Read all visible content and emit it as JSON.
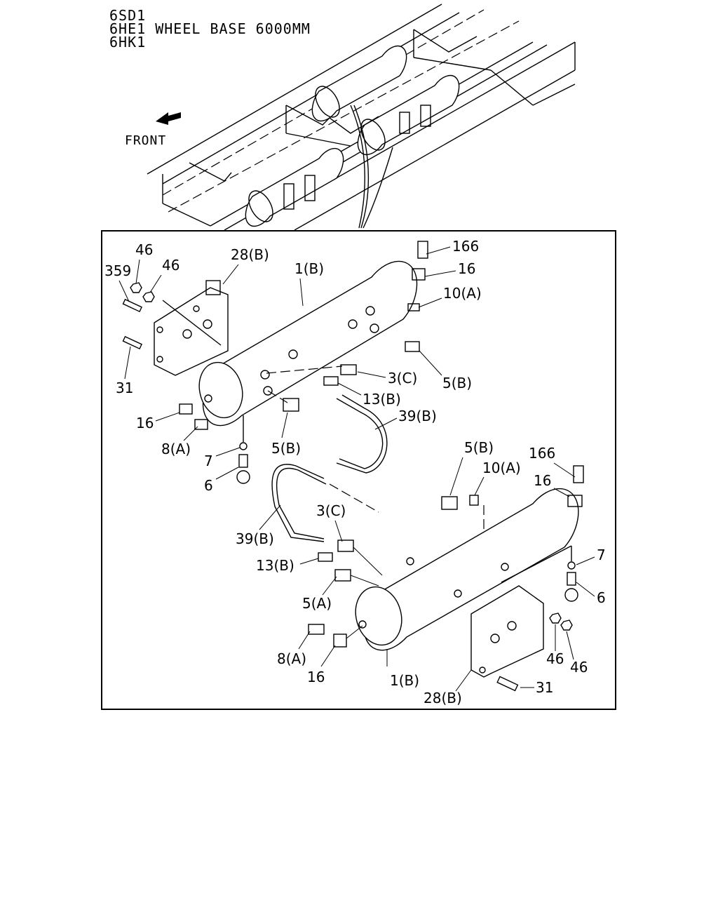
{
  "header": {
    "line1": "6SD1",
    "line2": "6HE1 WHEEL BASE 6000MM",
    "line3": "6HK1"
  },
  "front_label": "FRONT",
  "callouts": {
    "c166a": "166",
    "c16a": "16",
    "c10a": "10(A)",
    "c5b_a": "5(B)",
    "c3c_a": "3(C)",
    "c13b_a": "13(B)",
    "c39b_a": "39(B)",
    "c5b_b": "5(B)",
    "c16b": "16",
    "c8a_a": "8(A)",
    "c7a": "7",
    "c6a": "6",
    "c46a": "46",
    "c46b": "46",
    "c359": "359",
    "c28b_a": "28(B)",
    "c1b_a": "1(B)",
    "c31a": "31",
    "c5b_c": "5(B)",
    "c10b": "10(A)",
    "c166b": "166",
    "c16c": "16",
    "c3c_b": "3(C)",
    "c39b_b": "39(B)",
    "c13b_b": "13(B)",
    "c5a": "5(A)",
    "c8a_b": "8(A)",
    "c16d": "16",
    "c1b_b": "1(B)",
    "c28b_b": "28(B)",
    "c31b": "31",
    "c46c": "46",
    "c46d": "46",
    "c7b": "7",
    "c6b": "6"
  }
}
